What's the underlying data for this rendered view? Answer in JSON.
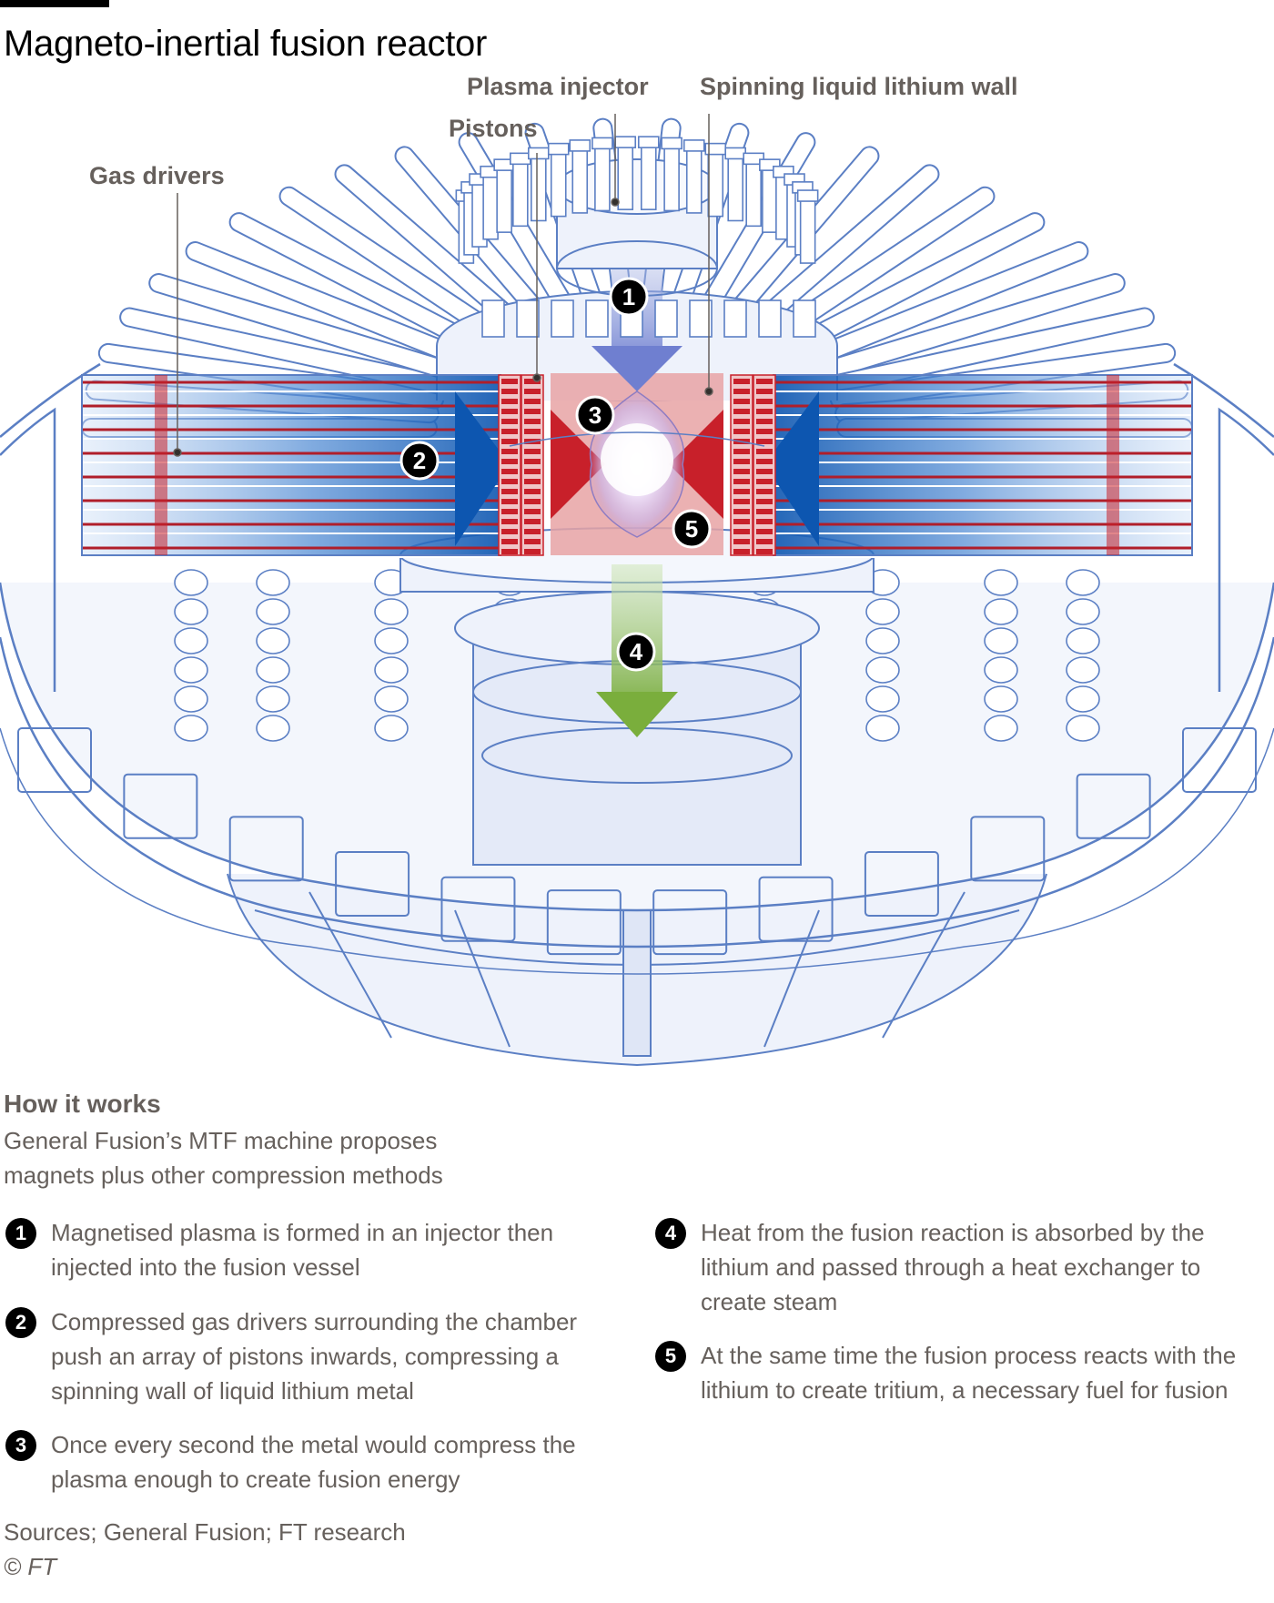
{
  "title": "Magneto-inertial fusion reactor",
  "diagram": {
    "callouts": {
      "plasma_injector": "Plasma injector",
      "lithium_wall": "Spinning liquid lithium wall",
      "pistons": "Pistons",
      "gas_drivers": "Gas drivers"
    },
    "badges": [
      "1",
      "2",
      "3",
      "4",
      "5"
    ],
    "colors": {
      "structure_line": "#5b7fc4",
      "structure_fill": "#dfe6f6",
      "gas_driver_blue": "#1a5fb4",
      "piston_red": "#c8202a",
      "compression_red": "#d6454b",
      "heat_arrow_green": "#7cb342",
      "plasma_glow": "#f3e9ff"
    }
  },
  "how_it_works": {
    "heading": "How it works",
    "subtitle": "General Fusion’s MTF machine proposes magnets plus other compression methods"
  },
  "steps": [
    {
      "number": "1",
      "text": "Magnetised plasma is formed in an injector then injected into the fusion vessel"
    },
    {
      "number": "2",
      "text": "Compressed gas drivers surrounding the chamber push an array of pistons inwards, compressing a spinning wall of liquid lithium metal"
    },
    {
      "number": "3",
      "text": "Once every second the metal would compress the plasma enough to create fusion energy"
    },
    {
      "number": "4",
      "text": "Heat from the fusion reaction is absorbed by the lithium and passed through a heat exchanger to create steam"
    },
    {
      "number": "5",
      "text": "At the same time the fusion process reacts with the lithium to create tritium, a necessary fuel for fusion"
    }
  ],
  "footer": {
    "sources": "Sources; General Fusion; FT research",
    "copyright": "© FT"
  }
}
